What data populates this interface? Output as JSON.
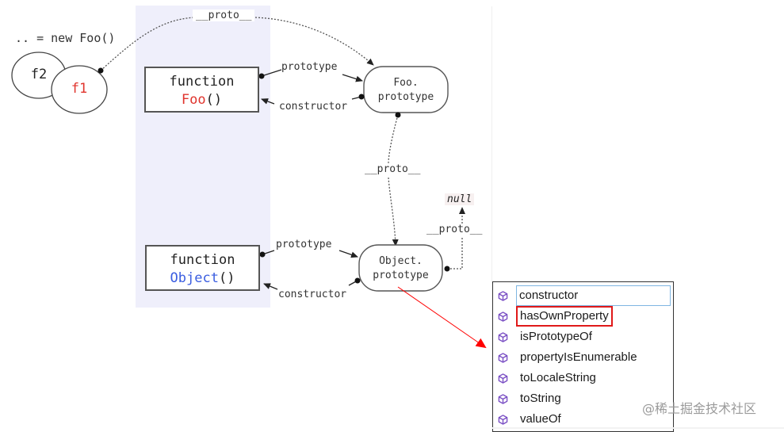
{
  "diagram": {
    "instance_label": ".. = new Foo()",
    "instances": [
      {
        "name": "f2",
        "color": "#222222"
      },
      {
        "name": "f1",
        "color": "#e0342d"
      }
    ],
    "functions": [
      {
        "keyword": "function",
        "name": "Foo",
        "parens": "()",
        "name_color": "#e0342d"
      },
      {
        "keyword": "function",
        "name": "Object",
        "parens": "()",
        "name_color": "#3a5de0"
      }
    ],
    "prototypes": [
      {
        "line1": "Foo.",
        "line2": "prototype"
      },
      {
        "line1": "Object.",
        "line2": "prototype"
      }
    ],
    "edge_labels": {
      "proto_top": "__proto__",
      "foo_prototype": "prototype",
      "foo_constructor": "constructor",
      "proto_middle": "__proto__",
      "object_prototype": "prototype",
      "object_constructor": "constructor",
      "proto_null": "__proto__",
      "null": "null"
    },
    "highlight_color": "#e01919"
  },
  "popup": {
    "items": [
      {
        "label": "constructor",
        "icon": "method-cube-icon",
        "state": "selected"
      },
      {
        "label": "hasOwnProperty",
        "icon": "method-cube-icon",
        "state": "highlight"
      },
      {
        "label": "isPrototypeOf",
        "icon": "method-cube-icon",
        "state": "normal"
      },
      {
        "label": "propertyIsEnumerable",
        "icon": "method-cube-icon",
        "state": "normal"
      },
      {
        "label": "toLocaleString",
        "icon": "method-cube-icon",
        "state": "normal"
      },
      {
        "label": "toString",
        "icon": "method-cube-icon",
        "state": "normal"
      },
      {
        "label": "valueOf",
        "icon": "method-cube-icon",
        "state": "normal"
      }
    ],
    "icon_color": "#7a4fc4"
  },
  "watermark": "@稀土掘金技术社区"
}
